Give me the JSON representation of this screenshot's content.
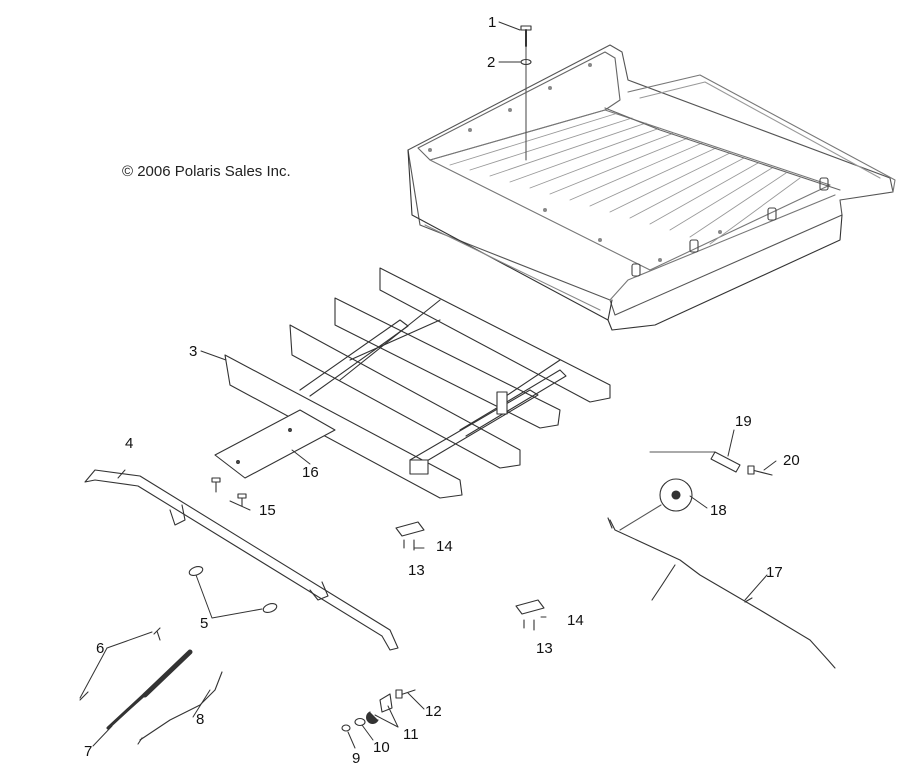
{
  "copyright": "© 2006 Polaris Sales Inc.",
  "callouts": [
    "1",
    "2",
    "3",
    "4",
    "5",
    "6",
    "7",
    "8",
    "9",
    "10",
    "11",
    "12",
    "13",
    "14",
    "15",
    "16",
    "17",
    "18",
    "19",
    "20",
    "13",
    "14"
  ]
}
